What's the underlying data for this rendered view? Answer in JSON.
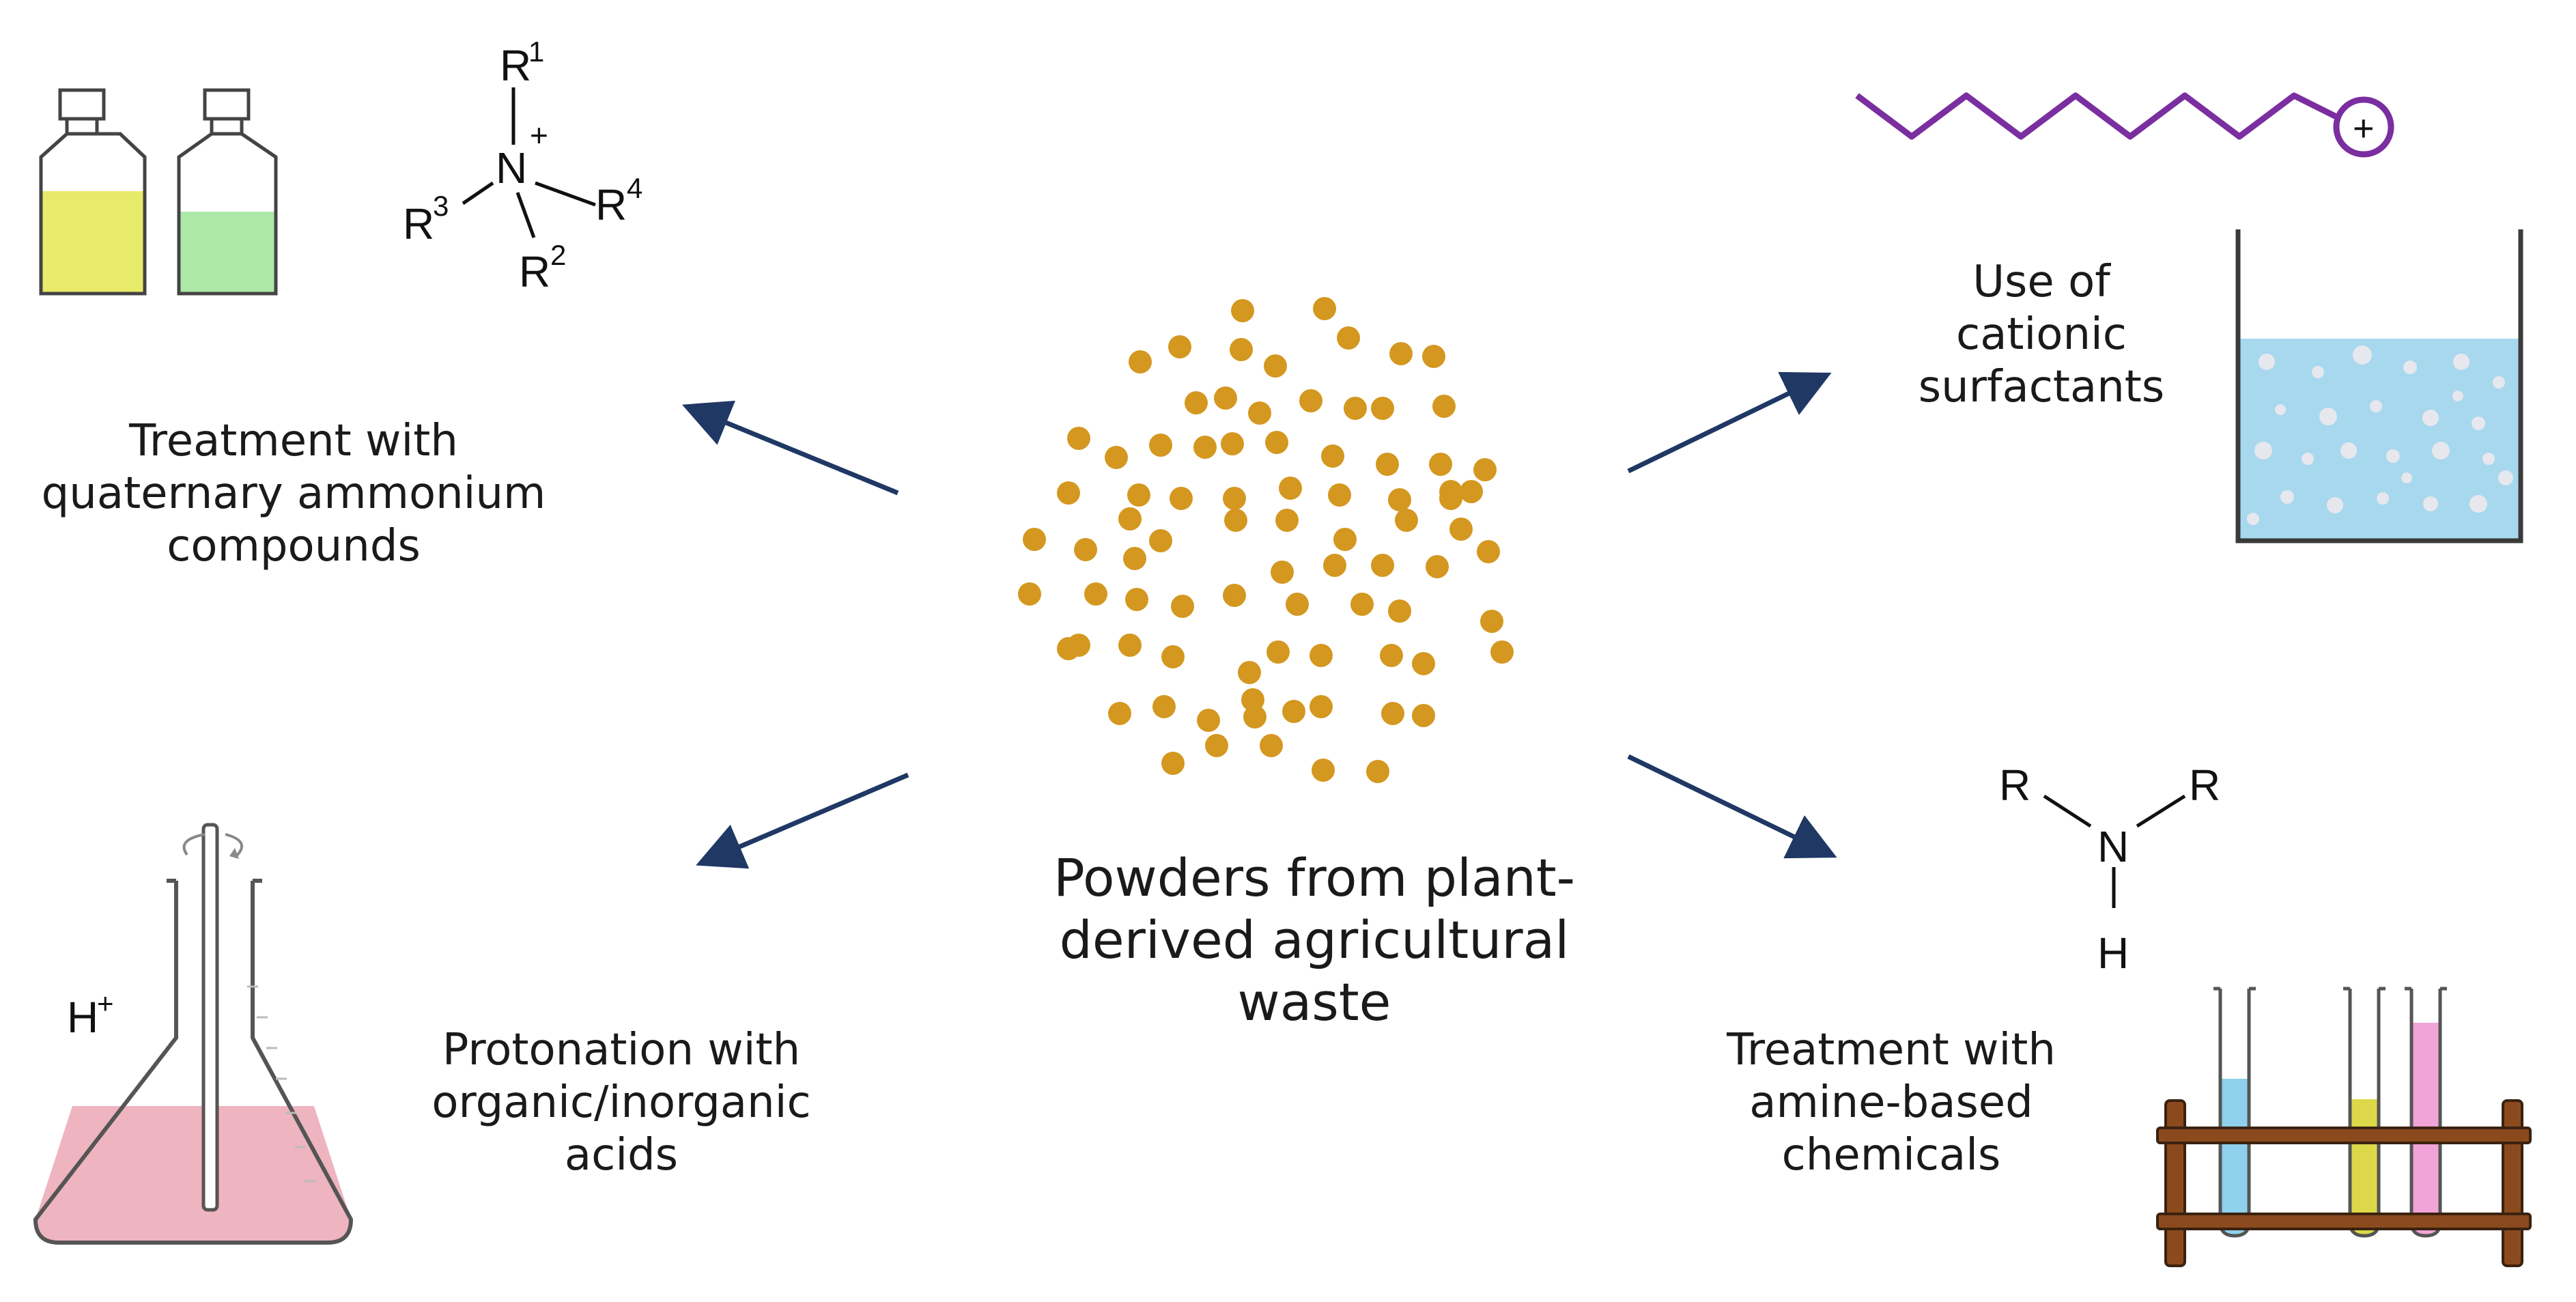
{
  "center": {
    "lines": [
      "Powders from plant-",
      "derived agricultural",
      "waste"
    ]
  },
  "top_left": {
    "lines": [
      "Treatment with",
      "quaternary ammonium",
      "compounds"
    ],
    "formula": {
      "n": "N",
      "plus": "+",
      "r1": "R",
      "r1_sup": "1",
      "r2": "R",
      "r2_sup": "2",
      "r3": "R",
      "r3_sup": "3",
      "r4": "R",
      "r4_sup": "4"
    }
  },
  "top_right": {
    "lines": [
      "Use of",
      "cationic",
      "surfactants"
    ],
    "head_charge": "+"
  },
  "bottom_left": {
    "lines": [
      "Protonation with",
      "organic/inorganic",
      "acids"
    ],
    "flask_label": "H",
    "flask_label_sup": "+"
  },
  "bottom_right": {
    "lines": [
      "Treatment with",
      "amine-based",
      "chemicals"
    ],
    "formula": {
      "r_left": "R",
      "r_right": "R",
      "n": "N",
      "h": "H"
    }
  },
  "colors": {
    "arrow": "#1f3864",
    "particle": "#d4971f",
    "surfactant": "#7a2ea0",
    "bath": "#a7d8ee",
    "bottle_yellow": "#e8ea6a",
    "bottle_green": "#aee8a8",
    "flask_pink": "#eeb4c0",
    "tube_blue": "#8fd0ec",
    "tube_yellow": "#dcd84a",
    "tube_pink": "#f0a4d8",
    "rack": "#8b4a1e"
  }
}
